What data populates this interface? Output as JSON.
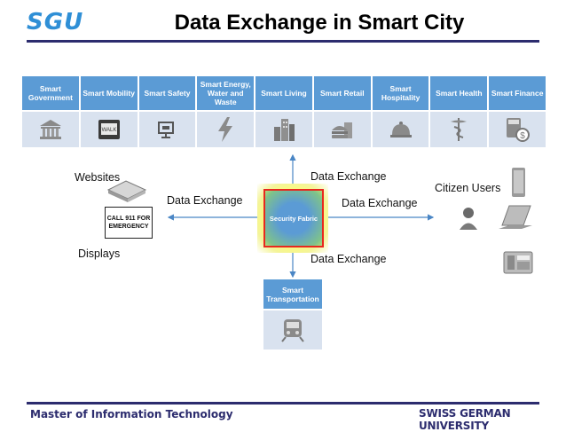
{
  "header": {
    "logo_text": "SGU",
    "title": "Data Exchange in Smart City"
  },
  "sectors": [
    {
      "label": "Smart Government",
      "icon": "government-building-icon"
    },
    {
      "label": "Smart Mobility",
      "icon": "walk-sign-icon"
    },
    {
      "label": "Smart Safety",
      "icon": "security-camera-icon"
    },
    {
      "label": "Smart Energy, Water and Waste",
      "icon": "lightning-icon"
    },
    {
      "label": "Smart Living",
      "icon": "buildings-icon"
    },
    {
      "label": "Smart Retail",
      "icon": "food-icon"
    },
    {
      "label": "Smart Hospitality",
      "icon": "service-bell-icon"
    },
    {
      "label": "Smart Health",
      "icon": "caduceus-icon"
    },
    {
      "label": "Smart Finance",
      "icon": "calculator-coin-icon"
    }
  ],
  "center": {
    "label": "Security Fabric"
  },
  "exchange": {
    "top": "Data Exchange",
    "left": "Data Exchange",
    "right": "Data Exchange",
    "bottom": "Data Exchange"
  },
  "left_nodes": {
    "websites": "Websites",
    "displays": "Displays",
    "sign_text": "CALL 911 FOR EMERGENCY"
  },
  "right_nodes": {
    "citizen_users": "Citizen Users"
  },
  "transport": {
    "label": "Smart Transportation",
    "icon": "train-icon"
  },
  "footer": {
    "left": "Master of Information Technology",
    "right": "SWISS GERMAN UNIVERSITY"
  },
  "colors": {
    "tile": "#5b9bd5",
    "tile_light": "#d9e2ef",
    "navy": "#2c2c6e",
    "border_red": "#e8281e",
    "glow": "#ffff66"
  }
}
